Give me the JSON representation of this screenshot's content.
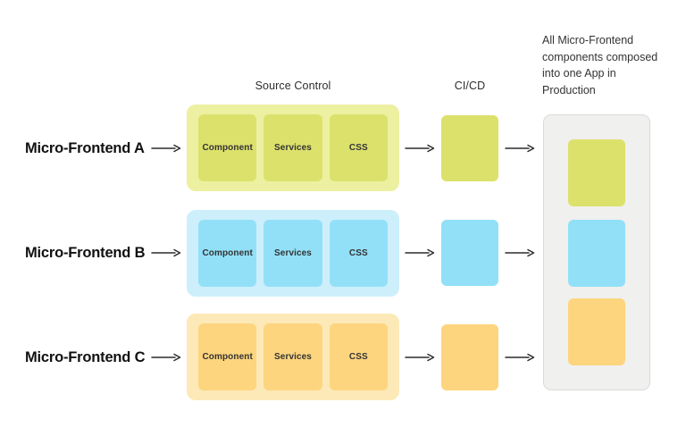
{
  "columns": {
    "source_control_label": "Source Control",
    "cicd_label": "CI/CD",
    "production_note_lines": {
      "0": "All Micro-Frontend",
      "1": "components composed",
      "2": "into one App in",
      "3": "Production"
    }
  },
  "rows": [
    {
      "label": "Micro-Frontend A",
      "theme": "green",
      "boxes": [
        "Component",
        "Services",
        "CSS"
      ]
    },
    {
      "label": "Micro-Frontend B",
      "theme": "blue",
      "boxes": [
        "Component",
        "Services",
        "CSS"
      ]
    },
    {
      "label": "Micro-Frontend C",
      "theme": "orange",
      "boxes": [
        "Component",
        "Services",
        "CSS"
      ]
    }
  ],
  "production": {
    "boxes": [
      {
        "theme": "green"
      },
      {
        "theme": "blue"
      },
      {
        "theme": "orange"
      }
    ]
  },
  "colors": {
    "green_outer": "#edf0a0",
    "green_inner": "#dce16c",
    "blue_outer": "#cdeffb",
    "blue_inner": "#92e0f8",
    "orange_outer": "#fce9b7",
    "orange_inner": "#fdd57e",
    "prod_bg": "#f0f0ee",
    "prod_border": "#dadada",
    "arrow": "#2b2b2b"
  }
}
